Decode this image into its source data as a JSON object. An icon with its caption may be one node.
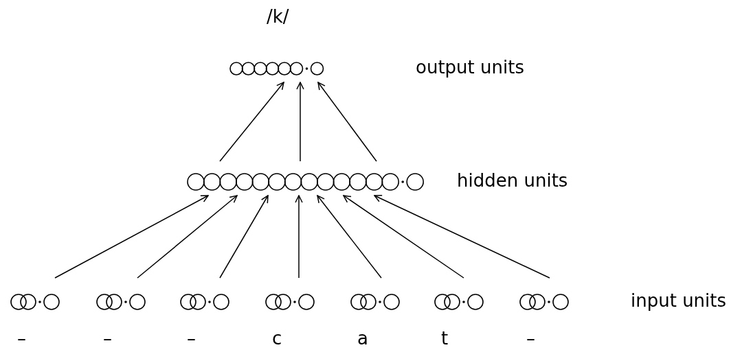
{
  "diagram": {
    "nodes": [
      {
        "text": [],
        "shape": "circle",
        "beside": [
          "/k/"
        ]
      },
      {
        "text": [],
        "shape": "circle"
      },
      {
        "text": [],
        "shape": "circle",
        "beside": [
          "–"
        ]
      },
      {
        "text": [],
        "shape": "circle",
        "beside": [
          "–"
        ]
      },
      {
        "text": [],
        "shape": "circle",
        "beside": [
          "–"
        ]
      },
      {
        "text": [],
        "shape": "circle",
        "beside": [
          "c"
        ]
      },
      {
        "text": [],
        "shape": "circle",
        "beside": [
          "a"
        ]
      },
      {
        "text": [],
        "shape": "circle",
        "beside": [
          "t"
        ]
      },
      {
        "text": [],
        "shape": "circle",
        "beside": [
          "–"
        ]
      }
    ],
    "edges": [
      {
        "from": 1,
        "to": 0,
        "arrow": "to"
      },
      {
        "from": 1,
        "to": 0,
        "arrow": "to"
      },
      {
        "from": 1,
        "to": 0,
        "arrow": "to"
      },
      {
        "from": 2,
        "to": 1,
        "arrow": "to"
      },
      {
        "from": 3,
        "to": 1,
        "arrow": "to"
      },
      {
        "from": 4,
        "to": 1,
        "arrow": "to"
      },
      {
        "from": 5,
        "to": 1,
        "arrow": "to"
      },
      {
        "from": 6,
        "to": 1,
        "arrow": "to"
      },
      {
        "from": 7,
        "to": 1,
        "arrow": "to"
      },
      {
        "from": 8,
        "to": 1,
        "arrow": "to"
      }
    ],
    "labels": [
      "output units",
      "hidden units",
      "input units"
    ]
  }
}
